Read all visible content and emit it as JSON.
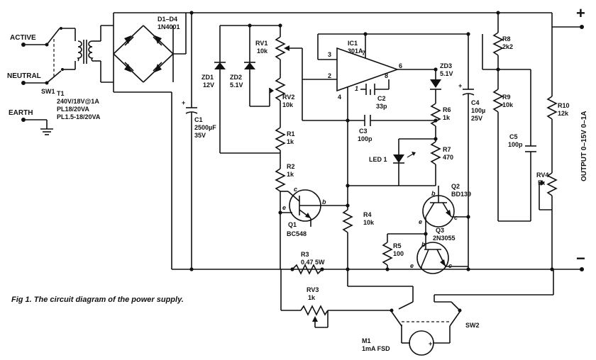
{
  "caption": "Fig 1. The circuit diagram of the power supply.",
  "terminals": {
    "active": "ACTIVE",
    "neutral": "NEUTRAL",
    "earth": "EARTH",
    "plus": "+",
    "minus": "−"
  },
  "output_label": "OUTPUT  0–15V  0–1A",
  "components": {
    "sw1": "SW1",
    "t1": {
      "name": "T1",
      "line1": "240V/18V@1A",
      "line2": "PL18/20VA",
      "line3": "PL1.5-18/20VA"
    },
    "d1_d4": {
      "name": "D1–D4",
      "value": "1N4001"
    },
    "c1": {
      "name": "C1",
      "value": "2500µF",
      "voltage": "35V"
    },
    "zd1": {
      "name": "ZD1",
      "value": "12V"
    },
    "zd2": {
      "name": "ZD2",
      "value": "5.1V"
    },
    "rv1": {
      "name": "RV1",
      "value": "10k"
    },
    "rv2": {
      "name": "RV2",
      "value": "10k"
    },
    "r1": {
      "name": "R1",
      "value": "1k"
    },
    "r2": {
      "name": "R2",
      "value": "1k"
    },
    "ic1": {
      "name": "IC1",
      "value": "301A"
    },
    "c2": {
      "name": "C2",
      "value": "33p"
    },
    "c3": {
      "name": "C3",
      "value": "100p"
    },
    "zd3": {
      "name": "ZD3",
      "value": "5.1V"
    },
    "r6": {
      "name": "R6",
      "value": "1k"
    },
    "led1": {
      "name": "LED 1"
    },
    "r7": {
      "name": "R7",
      "value": "470"
    },
    "c4": {
      "name": "C4",
      "value": "100µ",
      "voltage": "25V"
    },
    "r8": {
      "name": "R8",
      "value": "2k2"
    },
    "r9": {
      "name": "R9",
      "value": "10k"
    },
    "c5": {
      "name": "C5",
      "value": "100p"
    },
    "r10": {
      "name": "R10",
      "value": "12k"
    },
    "rv4": {
      "name": "RV4",
      "value": "5k"
    },
    "q1": {
      "name": "Q1",
      "value": "BC548"
    },
    "r4": {
      "name": "R4",
      "value": "10k"
    },
    "q2": {
      "name": "Q2",
      "value": "BD139"
    },
    "r5": {
      "name": "R5",
      "value": "100"
    },
    "q3": {
      "name": "Q3",
      "value": "2N3055"
    },
    "r3": {
      "name": "R3",
      "value": "0.47 5W"
    },
    "rv3": {
      "name": "RV3",
      "value": "1k"
    },
    "m1": {
      "name": "M1",
      "value": "1mA FSD"
    },
    "sw2": "SW2"
  },
  "pins": {
    "ic_p3": "3",
    "ic_p2": "2",
    "ic_p7": "7",
    "ic_p6": "6",
    "ic_p4": "4",
    "ic_p1": "1",
    "ic_p8": "8",
    "c": "c",
    "b": "b",
    "e": "e"
  }
}
